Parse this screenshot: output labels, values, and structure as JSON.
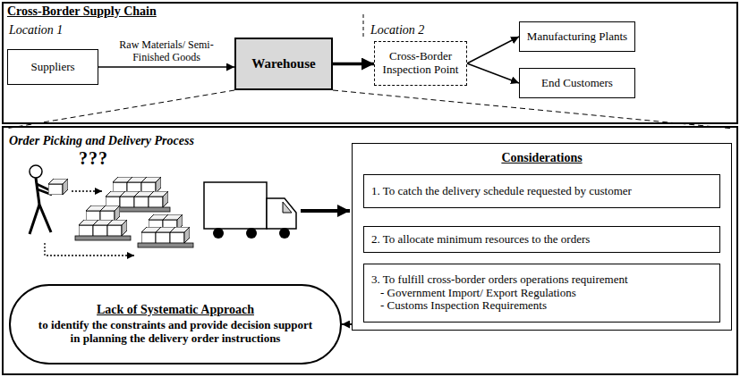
{
  "diagram": {
    "title": "Cross-Border Supply Chain",
    "nodes": [
      {
        "text": [
          "Suppliers"
        ]
      },
      {
        "text": [
          "Warehouse"
        ]
      },
      {
        "text": [
          "Cross-Border Inspection Point"
        ]
      },
      {
        "text": [
          "Manufacturing Plants"
        ]
      },
      {
        "text": [
          "End Customers"
        ]
      },
      {
        "text": [
          "Considerations"
        ]
      },
      {
        "text": [
          "1. To catch the delivery schedule requested by customer"
        ],
        "in": 5
      },
      {
        "text": [
          "2. To allocate minimum resources to the orders"
        ],
        "in": 5
      },
      {
        "text": [
          "3. To fulfill cross-border orders operations requirement",
          "- Government Import/ Export Regulations",
          "- Customs Inspection Requirements"
        ],
        "in": 5
      },
      {
        "text": [
          "Lack of Systematic Approach",
          "to identify the constraints and provide decision support in planning the delivery order instructions"
        ]
      }
    ],
    "edges": [
      {
        "from": 0,
        "to": 1,
        "arrow": "to",
        "label": "Raw Materials/ Semi-Finished Goods"
      },
      {
        "from": 1,
        "to": 2,
        "arrow": "to"
      },
      {
        "from": 2,
        "to": 3,
        "arrow": "to"
      },
      {
        "from": 2,
        "to": 4,
        "arrow": "to"
      },
      {
        "from": 5,
        "to": 9,
        "arrow": "to"
      }
    ],
    "labels": [
      "Location 1",
      "Location 2",
      "Order Picking and Delivery Process",
      "???"
    ]
  }
}
